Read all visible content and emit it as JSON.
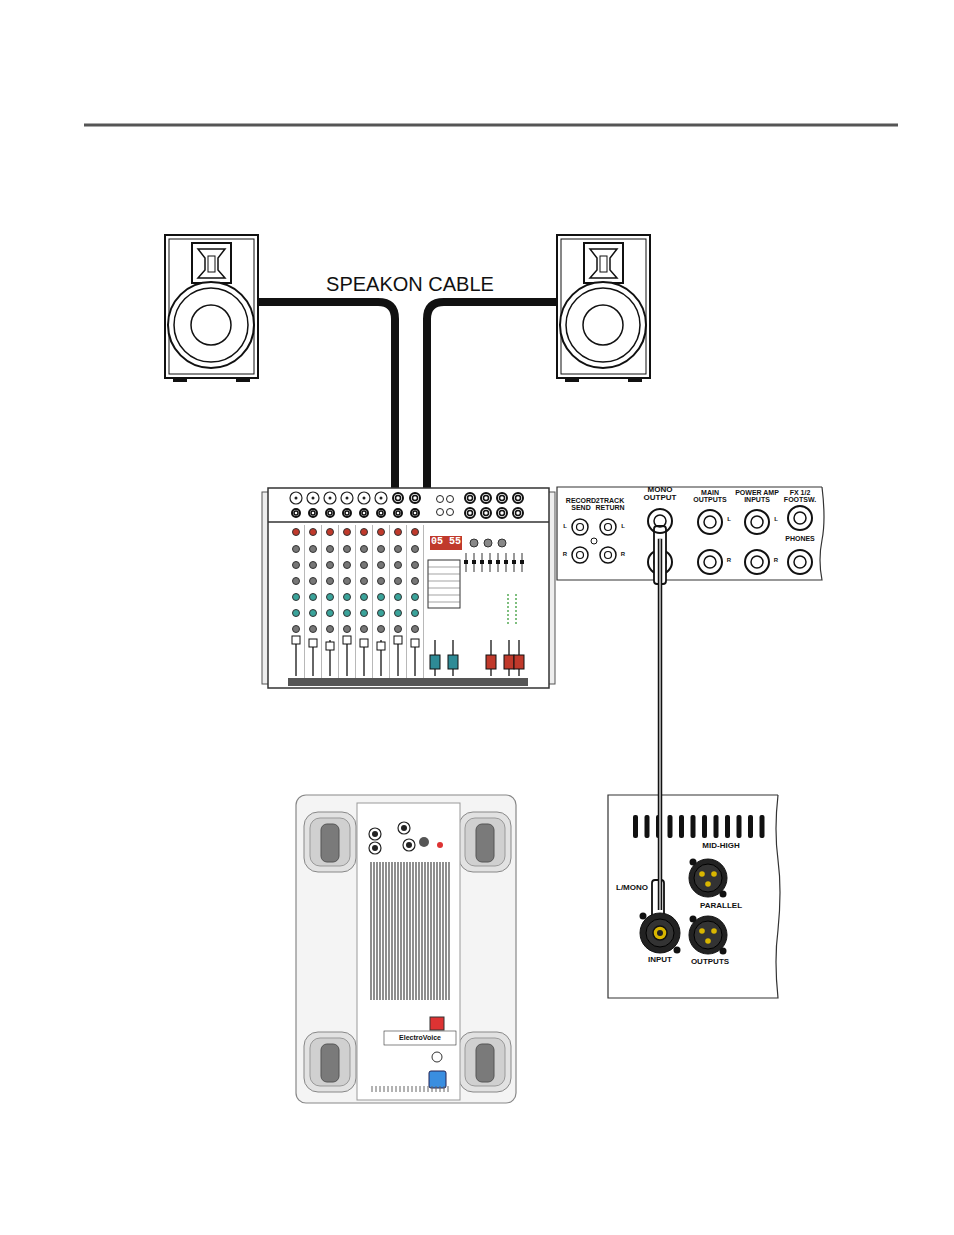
{
  "diagram": {
    "nodes": [
      {
        "text": [
          "MONO OUTPUT"
        ]
      },
      {
        "text": [
          "INPUT"
        ]
      }
    ],
    "edges": [
      {
        "from": 0,
        "to": 1,
        "arrow": "none"
      }
    ],
    "labels": [
      "SPEAKON CABLE",
      "RECORD SEND",
      "2TRACK RETURN",
      "MAIN OUTPUTS",
      "POWER AMP INPUTS",
      "FX 1/2 FOOTSW.",
      "PHONES",
      "L",
      "R",
      "L",
      "R",
      "L",
      "R",
      "L",
      "R",
      "L/MONO",
      "MID-HIGH",
      "PARALLEL",
      "OUTPUTS",
      "05 55",
      "ElectroVoice"
    ]
  }
}
